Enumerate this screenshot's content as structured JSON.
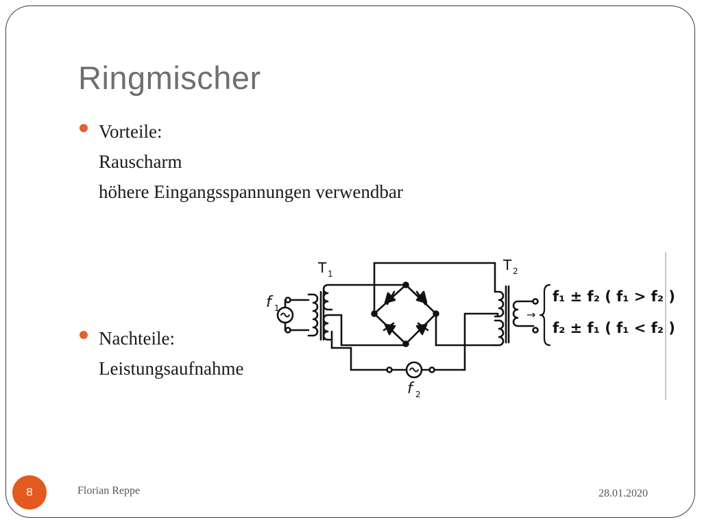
{
  "slide": {
    "title": "Ringmischer",
    "bullets": [
      {
        "lines": [
          "Vorteile:",
          "Rauscharm",
          "höhere Eingangsspannungen verwendbar"
        ]
      },
      {
        "lines": [
          "Nachteile:",
          "Leistungsaufnahme"
        ]
      }
    ],
    "slide_number": "8",
    "author": "Florian Reppe",
    "date": "28.01.2020"
  },
  "diagram": {
    "labels": {
      "t1_label": "T",
      "t1_sub": "1",
      "t2_label": "T",
      "t2_sub": "2",
      "f1_label": "f",
      "f1_sub": "1",
      "f2_label": "f",
      "f2_sub": "2",
      "output_line1": "f₁ ± f₂  ( f₁ > f₂ )",
      "output_line2": "f₂ ± f₁  ( f₁ < f₂ )",
      "output_arrow": "→",
      "source_symbol": "~"
    }
  },
  "colors": {
    "accent": "#e35a20",
    "bullet": "#e0642a",
    "title": "#6f6f6f"
  }
}
